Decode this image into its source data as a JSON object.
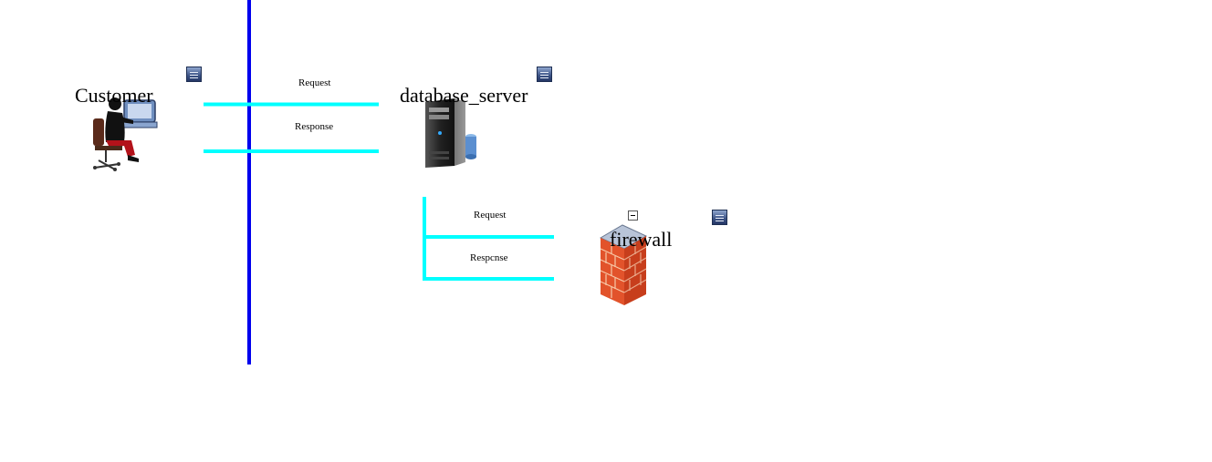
{
  "nodes": {
    "customer": {
      "label": "Customer",
      "icon": "customer-at-computer-icon"
    },
    "database_server": {
      "label": "database_server",
      "icon": "server-tower-icon"
    },
    "firewall": {
      "label": "firewall",
      "icon": "brick-firewall-icon"
    }
  },
  "edges": {
    "customer_db_request": "Request",
    "customer_db_response": "Response",
    "db_firewall_request": "Request",
    "db_firewall_response": "Respcnse"
  },
  "colors": {
    "swimlane": "#0000ee",
    "connector": "#00ffff",
    "menu_button": "#3b5285"
  }
}
